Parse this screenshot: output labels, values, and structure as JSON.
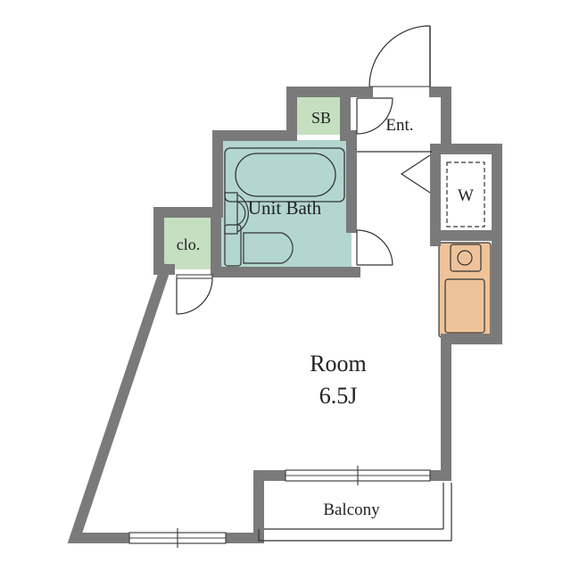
{
  "colors": {
    "wall": "#7a7a7a",
    "bath_fill": "#b3d6cf",
    "storage_fill": "#c6dfc0",
    "kitchen_fill": "#efc39a",
    "line": "#333333",
    "window_line": "#444444"
  },
  "labels": {
    "shoe_box": "SB",
    "entrance": "Ent.",
    "unit_bath": "Unit Bath",
    "closet": "clo.",
    "washer": "W",
    "room_name": "Room",
    "room_size": "6.5J",
    "balcony": "Balcony"
  },
  "icons": [
    "door-swing-icon",
    "bathtub-icon",
    "toilet-icon",
    "washbasin-icon",
    "stove-icon",
    "sink-icon",
    "window-icon"
  ]
}
